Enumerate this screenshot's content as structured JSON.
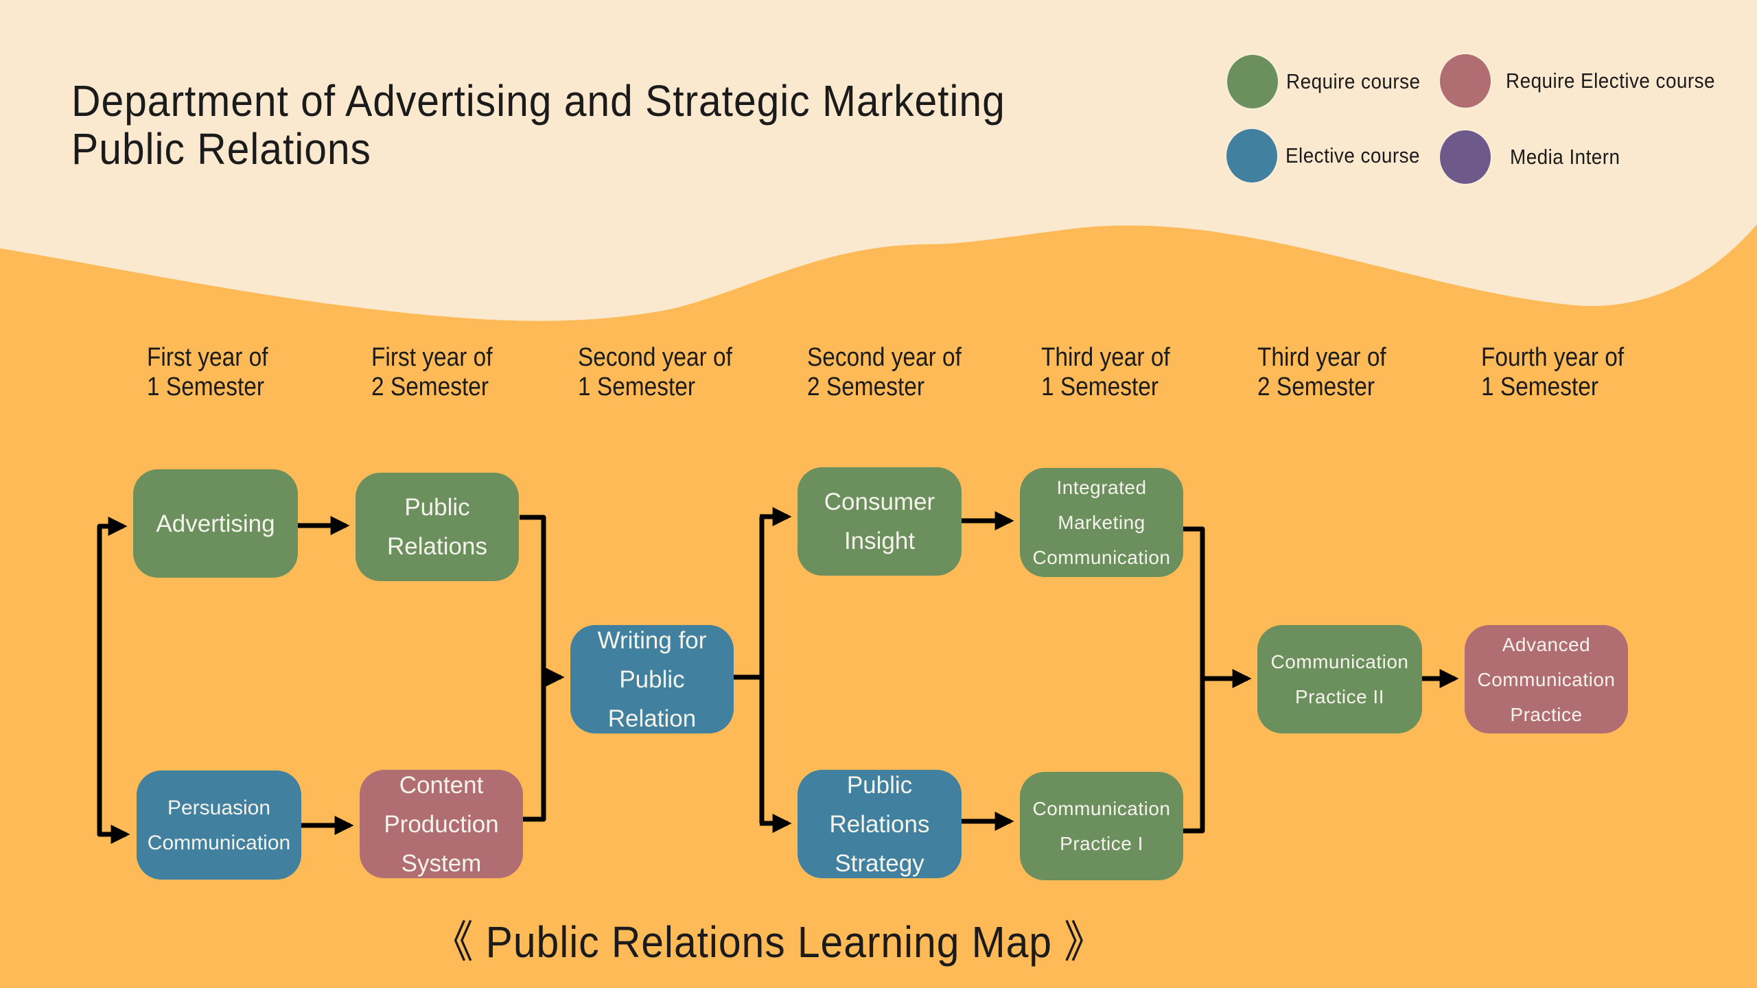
{
  "header": {
    "title_line1": "Department of Advertising and Strategic Marketing",
    "title_line2": "Public Relations"
  },
  "legend": [
    {
      "label": "Require course",
      "color": "#6C8F5E"
    },
    {
      "label": "Require Elective course",
      "color": "#B06E72"
    },
    {
      "label": "Elective course",
      "color": "#41809E"
    },
    {
      "label": "Media Intern",
      "color": "#6E5A8A"
    }
  ],
  "semesters": [
    {
      "line1": "First year of",
      "line2": "1 Semester"
    },
    {
      "line1": "First year of",
      "line2": "2 Semester"
    },
    {
      "line1": "Second year of",
      "line2": "1 Semester"
    },
    {
      "line1": "Second year of",
      "line2": "2 Semester"
    },
    {
      "line1": "Third year of",
      "line2": "1 Semester"
    },
    {
      "line1": "Third year of",
      "line2": "2 Semester"
    },
    {
      "line1": "Fourth year of",
      "line2": "1 Semester"
    }
  ],
  "courses": {
    "advertising": {
      "lines": [
        "Advertising"
      ],
      "type": "Require course"
    },
    "public_relations": {
      "lines": [
        "Public",
        "Relations"
      ],
      "type": "Require course"
    },
    "persuasion": {
      "lines": [
        "Persuasion",
        "Communication"
      ],
      "type": "Elective course"
    },
    "content": {
      "lines": [
        "Content",
        "Production",
        "System"
      ],
      "type": "Require Elective course"
    },
    "writing": {
      "lines": [
        "Writing for",
        "Public",
        "Relation"
      ],
      "type": "Elective course"
    },
    "consumer": {
      "lines": [
        "Consumer",
        "Insight"
      ],
      "type": "Require course"
    },
    "pr_strategy": {
      "lines": [
        "Public",
        "Relations",
        "Strategy"
      ],
      "type": "Elective course"
    },
    "imc": {
      "lines": [
        "Integrated",
        "Marketing",
        "Communication"
      ],
      "type": "Require course"
    },
    "cp1": {
      "lines": [
        "Communication",
        "Practice I"
      ],
      "type": "Require course"
    },
    "cp2": {
      "lines": [
        "Communication",
        "Practice II"
      ],
      "type": "Require course"
    },
    "advanced": {
      "lines": [
        "Advanced",
        "Communication",
        "Practice"
      ],
      "type": "Require Elective course"
    }
  },
  "colors": {
    "background_top": "#FAE9CF",
    "background_bottom": "#FDBA57",
    "require": "#6C8F5E",
    "require_elective": "#B06E72",
    "elective": "#41809E",
    "media_intern": "#6E5A8A",
    "connector": "#000000"
  },
  "footer": {
    "title": "《 Public Relations Learning Map 》"
  }
}
